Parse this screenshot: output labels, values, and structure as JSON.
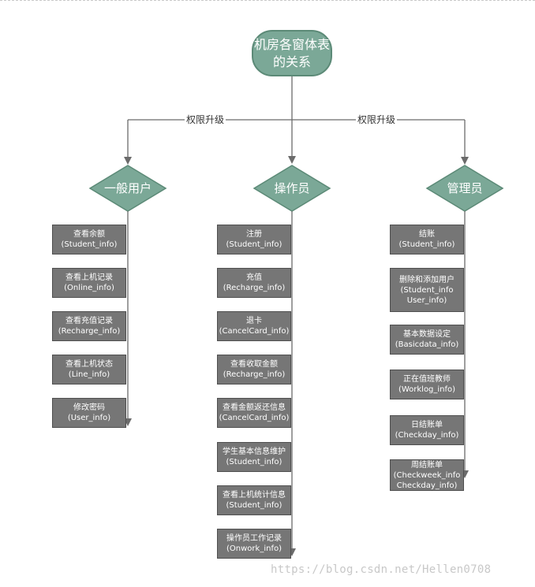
{
  "title": {
    "line1": "机房各窗体表",
    "line2": "的关系"
  },
  "edge_labels": [
    "权限升级",
    "权限升级"
  ],
  "roles": [
    {
      "label": "一般用户",
      "items": [
        {
          "lines": [
            "查看余额",
            "(Student_info)"
          ]
        },
        {
          "lines": [
            "查看上机记录",
            "(Online_info)"
          ]
        },
        {
          "lines": [
            "查看充值记录",
            "(Recharge_info)"
          ]
        },
        {
          "lines": [
            "查看上机状态",
            "(Line_info)"
          ]
        },
        {
          "lines": [
            "修改密码",
            "(User_info)"
          ]
        }
      ]
    },
    {
      "label": "操作员",
      "items": [
        {
          "lines": [
            "注册",
            "(Student_info)"
          ]
        },
        {
          "lines": [
            "充值",
            "(Recharge_info)"
          ]
        },
        {
          "lines": [
            "退卡",
            "(CancelCard_info)"
          ]
        },
        {
          "lines": [
            "查看收取金额",
            "(Recharge_info)"
          ]
        },
        {
          "lines": [
            "查看金额返还信息",
            "(CancelCard_info)"
          ]
        },
        {
          "lines": [
            "学生基本信息维护",
            "(Student_info)"
          ]
        },
        {
          "lines": [
            "查看上机统计信息",
            "(Student_info)"
          ]
        },
        {
          "lines": [
            "操作员工作记录",
            "(Onwork_info)"
          ]
        }
      ]
    },
    {
      "label": "管理员",
      "items": [
        {
          "lines": [
            "结账",
            "(Student_info)"
          ]
        },
        {
          "lines": [
            "删除和添加用户",
            "(Student_info",
            "User_info)"
          ]
        },
        {
          "lines": [
            "基本数据设定",
            "(Basicdata_info)"
          ]
        },
        {
          "lines": [
            "正在值班教师",
            "(Worklog_info)"
          ]
        },
        {
          "lines": [
            "日结账单",
            "(Checkday_info)"
          ]
        },
        {
          "lines": [
            "周结账单",
            "(Checkweek_info",
            "Checkday_info)"
          ]
        }
      ]
    }
  ],
  "watermark": "https://blog.csdn.net/Hellen0708",
  "colors": {
    "node_fill": "#7ba897",
    "node_stroke": "#5c8a77",
    "box_fill": "#767676",
    "box_stroke": "#4f4f4f",
    "line": "#6b6b6b"
  }
}
